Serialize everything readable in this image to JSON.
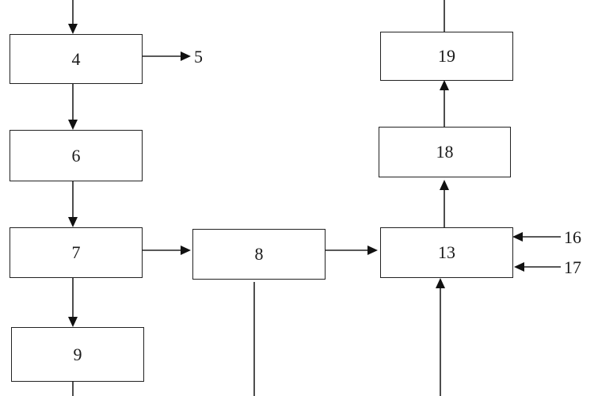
{
  "diagram": {
    "boxes": {
      "b4": "4",
      "b6": "6",
      "b7": "7",
      "b8": "8",
      "b9": "9",
      "b13": "13",
      "b18": "18",
      "b19": "19"
    },
    "labels": {
      "l5": "5",
      "l16": "16",
      "l17": "17"
    }
  }
}
